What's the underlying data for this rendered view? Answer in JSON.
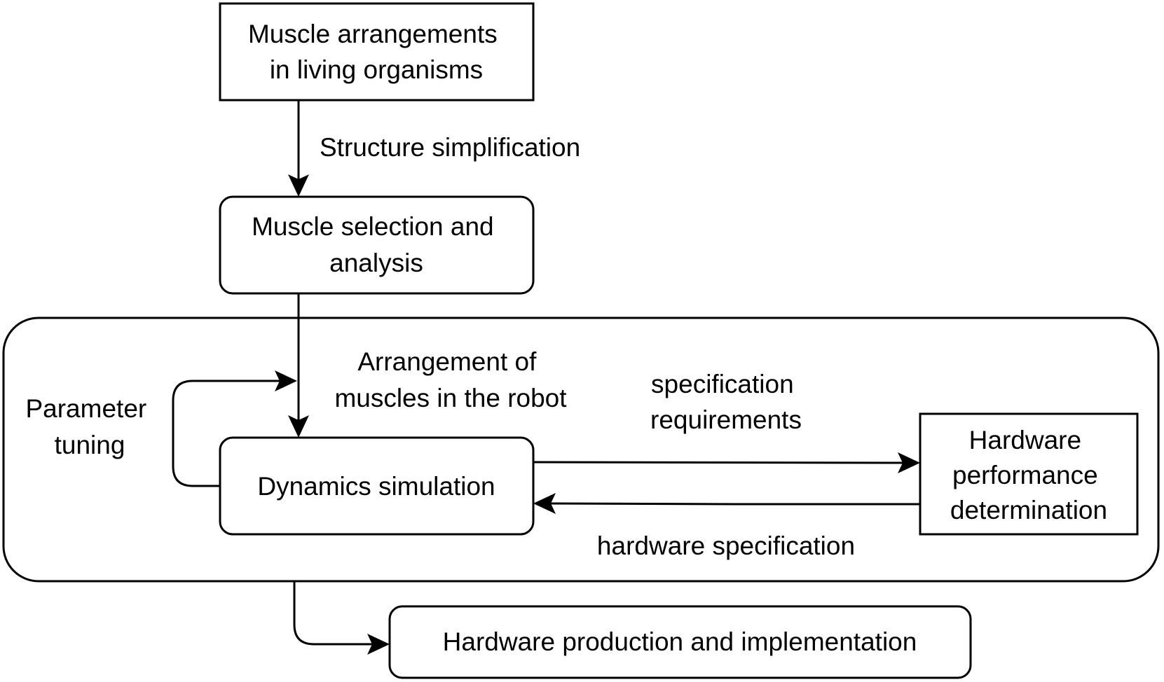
{
  "nodes": {
    "muscle_arrangements": {
      "lines": [
        "Muscle arrangements",
        "in living organisms"
      ]
    },
    "muscle_selection": {
      "lines": [
        "Muscle selection and",
        "analysis"
      ]
    },
    "dynamics_simulation": {
      "lines": [
        "Dynamics simulation"
      ]
    },
    "hardware_performance": {
      "lines": [
        "Hardware",
        "performance",
        "determination"
      ]
    },
    "hardware_production": {
      "lines": [
        "Hardware production and implementation"
      ]
    }
  },
  "edges": {
    "structure_simplification": {
      "lines": [
        "Structure simplification"
      ]
    },
    "arrangement_in_robot": {
      "lines": [
        "Arrangement of",
        "muscles in the robot"
      ]
    },
    "parameter_tuning": {
      "lines": [
        "Parameter",
        "tuning"
      ]
    },
    "specification_requirements": {
      "lines": [
        "specification",
        "requirements"
      ]
    },
    "hardware_specification": {
      "lines": [
        "hardware specification"
      ]
    }
  }
}
